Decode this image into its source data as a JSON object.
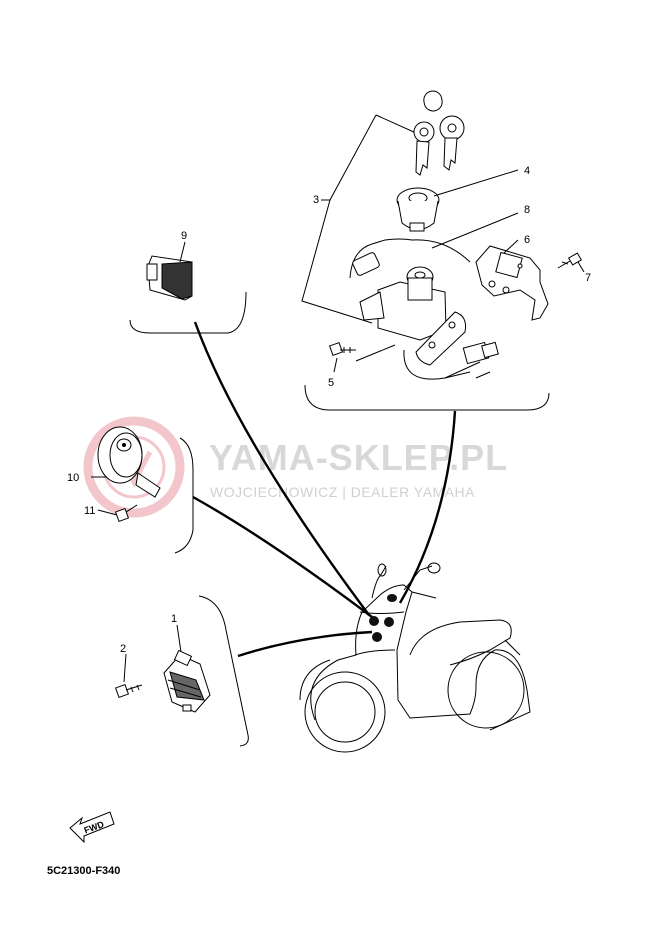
{
  "watermark": {
    "title": "YAMA-SKLEP.PL",
    "subtitle": "WOJCIECHOWICZ | DEALER YAMAHA",
    "color": "#e0001a"
  },
  "callouts": {
    "p1": "1",
    "p2": "2",
    "p3": "3",
    "p4": "4",
    "p5": "5",
    "p6": "6",
    "p7": "7",
    "p8": "8",
    "p9": "9",
    "p10": "10",
    "p11": "11"
  },
  "fwd_label": "FWD",
  "diagram_code": "5C21300-F340",
  "icons": [
    "keys-icon",
    "main-switch-icon",
    "lock-cover-icon",
    "seat-lock-bracket-icon",
    "relay-icon",
    "horn-icon",
    "rectifier-icon",
    "bolt-icon",
    "scooter-icon",
    "fwd-arrow-icon",
    "watermark-logo-icon"
  ]
}
